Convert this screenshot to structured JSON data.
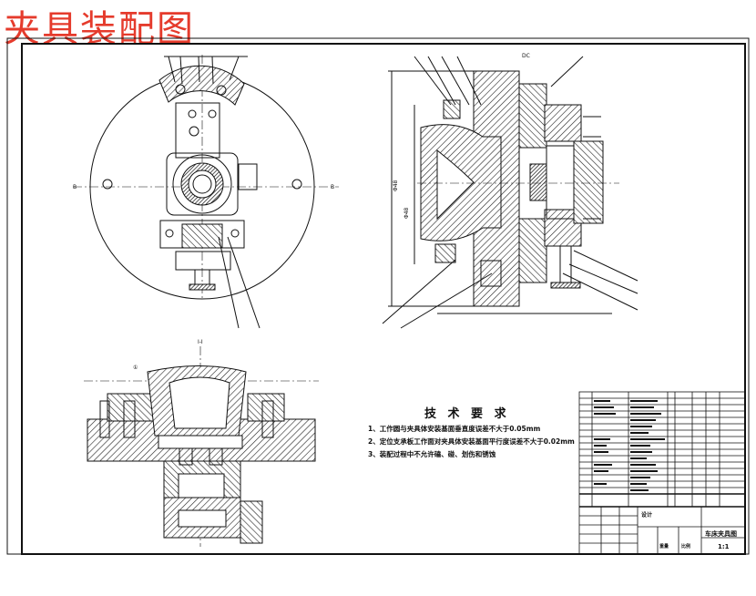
{
  "drawing": {
    "title": "夹具装配图",
    "title_color": "#e53b2c",
    "line_color": "#111111",
    "hatch_color": "#222222"
  },
  "technical_requirements": {
    "heading": "技 术 要 求",
    "items": [
      "1、工作圆与夹具体安装基面垂直度误差不大于0.05mm",
      "2、定位支承板工作面对夹具体安装基面平行度误差不大于0.02mm",
      "3、装配过程中不允许磕、碰、划伤和锈蚀"
    ]
  },
  "title_block": {
    "drawing_name": "车床夹具图",
    "scale": "1:1",
    "designer": "设计",
    "weight": "重量",
    "ratio": "比例"
  },
  "dimensions": {
    "top_view_label": "B-B",
    "bottom_view_label": "I-I"
  }
}
